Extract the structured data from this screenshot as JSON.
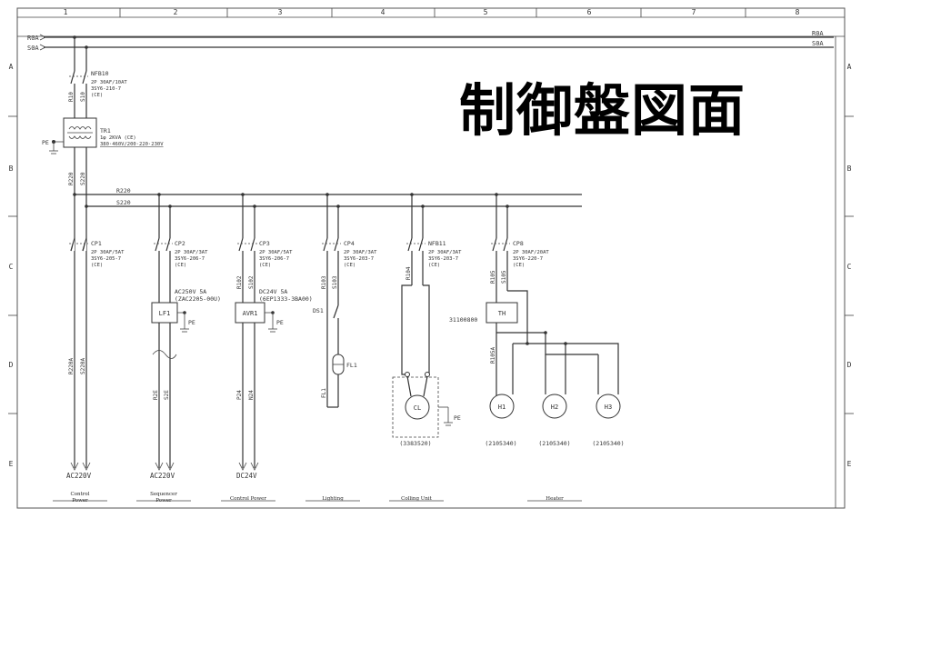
{
  "title": "制御盤図面",
  "columns": [
    "1",
    "2",
    "3",
    "4",
    "5",
    "6",
    "7",
    "8"
  ],
  "rows": [
    "A",
    "B",
    "C",
    "D",
    "E"
  ],
  "buses": {
    "r0a": "R0A",
    "s0a": "S0A",
    "r220": "R220",
    "s220": "S220"
  },
  "transformer_section": {
    "breaker": {
      "name": "NFB10",
      "spec1": "2P 30AF/10AT",
      "spec2": "3SY6-210-7",
      "spec3": "(CE)"
    },
    "wire_top_r": "R10",
    "wire_top_s": "S10",
    "transformer": {
      "name": "TR1",
      "spec1": "1φ 2KVA (CE)",
      "spec2": "380·460V/200·220·230V"
    },
    "pe": "PE",
    "wire_r": "R220",
    "wire_s": "S220"
  },
  "circuits": [
    {
      "breaker": "CP1",
      "spec1": "2P 30AF/5AT",
      "spec2": "3SY6-205-7",
      "spec3": "(CE)",
      "wire_r": "R220A",
      "wire_s": "S220A",
      "output": "AC220V",
      "footer": [
        "Control",
        "Power"
      ]
    },
    {
      "breaker": "CP2",
      "spec1": "2P 30AF/3AT",
      "spec2": "3SY6-206-7",
      "spec3": "(CE)",
      "device": "LF1",
      "device_spec1": "AC250V 5A",
      "device_spec2": "(ZAC2205-00U)",
      "pe": "PE",
      "wire_r": "R2E",
      "wire_s": "S2E",
      "output": "AC220V",
      "footer": [
        "Sequencer",
        "Power"
      ]
    },
    {
      "breaker": "CP3",
      "spec1": "2P 30AF/5AT",
      "spec2": "3SY6-206-7",
      "spec3": "(CE)",
      "device": "AVR1",
      "device_spec1": "DC24V 5A",
      "device_spec2": "(6EP1333-3BA00)",
      "pe": "PE",
      "wire_r": "R102",
      "wire_s": "S102",
      "wire_p": "P24",
      "wire_n": "N24",
      "output": "DC24V",
      "footer": [
        "Control Power"
      ]
    },
    {
      "breaker": "CP4",
      "spec1": "2P 30AF/3AT",
      "spec2": "3SY6-203-7",
      "spec3": "(CE)",
      "wire_r": "R103",
      "wire_s": "S103",
      "switch": "DS1",
      "lamp": "FL1",
      "lamp_wire": "FL1",
      "footer": [
        "Lighting"
      ]
    },
    {
      "breaker": "NFB11",
      "spec1": "2P 30AF/3AT",
      "spec2": "3SY6-203-7",
      "spec3": "(CE)",
      "wire_r": "R104",
      "motor": "CL",
      "pe": "PE",
      "part": "(3383520)",
      "footer": [
        "Colling Unit"
      ]
    },
    {
      "breaker": "CP8",
      "spec1": "2P 30AF/20AT",
      "spec2": "3SY6-220-7",
      "spec3": "(CE)",
      "wire_r": "R105",
      "wire_s": "S105",
      "thermostat": "TH",
      "th_part": "31100800",
      "wire_h": "R105A",
      "heaters": [
        {
          "name": "H1",
          "part": "(2105340)"
        },
        {
          "name": "H2",
          "part": "(2105340)"
        },
        {
          "name": "H3",
          "part": "(2105340)"
        }
      ],
      "footer": [
        "Heater"
      ]
    }
  ]
}
